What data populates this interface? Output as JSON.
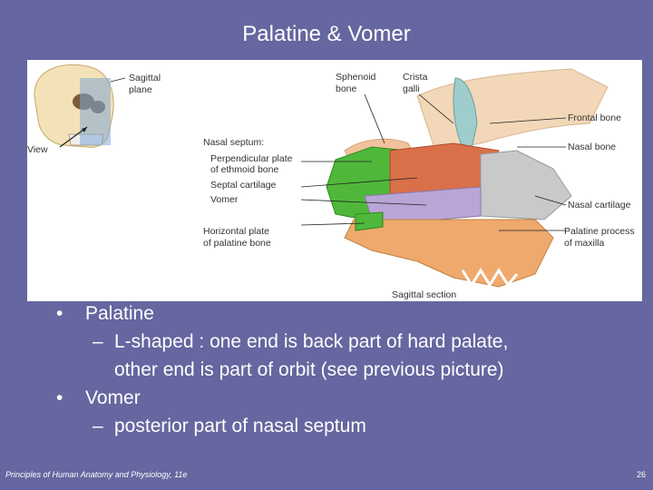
{
  "slide": {
    "title": "Palatine & Vomer",
    "footer_left": "Principles of Human Anatomy and Physiology, 11e",
    "page_number": "26"
  },
  "figure": {
    "labels": {
      "sagittal_plane_1": "Sagittal",
      "sagittal_plane_2": "plane",
      "view": "View",
      "sphenoid_1": "Sphenoid",
      "sphenoid_2": "bone",
      "crista_1": "Crista",
      "crista_2": "galli",
      "frontal_bone": "Frontal bone",
      "nasal_bone": "Nasal bone",
      "nasal_septum": "Nasal septum:",
      "perp_plate_1": "Perpendicular plate",
      "perp_plate_2": "of ethmoid bone",
      "septal_cartilage": "Septal cartilage",
      "vomer": "Vomer",
      "horizontal_plate_1": "Horizontal plate",
      "horizontal_plate_2": "of palatine bone",
      "nasal_cartilage": "Nasal cartilage",
      "palatine_process_1": "Palatine process",
      "palatine_process_2": "of maxilla",
      "caption": "Sagittal section"
    },
    "colors": {
      "ethmoid": "#4fb83a",
      "septal_cartilage": "#d9704a",
      "nasal_cartilage": "#c9c9c9",
      "vomer": "#b9a6d6",
      "maxilla": "#efa96d",
      "frontal": "#f2d7b8",
      "crista": "#9fcccc",
      "sphenoid": "#f1c29e"
    }
  },
  "bullets": [
    {
      "text": "Palatine",
      "sub": [
        "L-shaped : one end is back part of hard palate,",
        "other end is part of orbit (see previous picture)"
      ]
    },
    {
      "text": "Vomer",
      "sub": [
        "posterior part of nasal septum"
      ]
    }
  ],
  "glyphs": {
    "bullet": "•",
    "dash": "–"
  }
}
